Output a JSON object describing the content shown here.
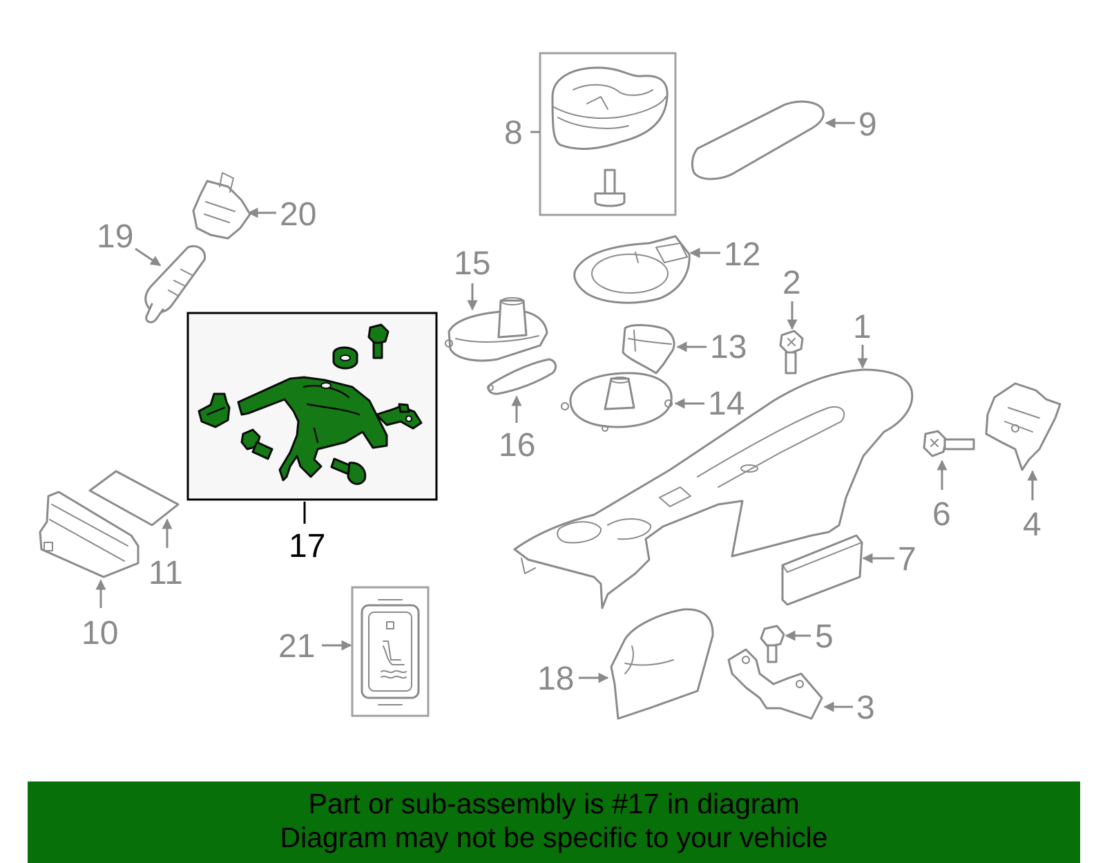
{
  "callouts": {
    "c1": "1",
    "c2": "2",
    "c3": "3",
    "c4": "4",
    "c5": "5",
    "c6": "6",
    "c7": "7",
    "c8": "8",
    "c9": "9",
    "c10": "10",
    "c11": "11",
    "c12": "12",
    "c13": "13",
    "c14": "14",
    "c15": "15",
    "c16": "16",
    "c17": "17",
    "c18": "18",
    "c19": "19",
    "c20": "20",
    "c21": "21"
  },
  "highlighted_part": "17",
  "colors": {
    "highlight_part": "#157a15",
    "banner_background": "#087008",
    "part_outline": "#8a8a8a",
    "highlight_box_background": "#f7f7f7"
  },
  "banner": {
    "line1": "Part or sub-assembly is #17 in diagram",
    "line2": "Diagram may not be specific to your vehicle"
  }
}
